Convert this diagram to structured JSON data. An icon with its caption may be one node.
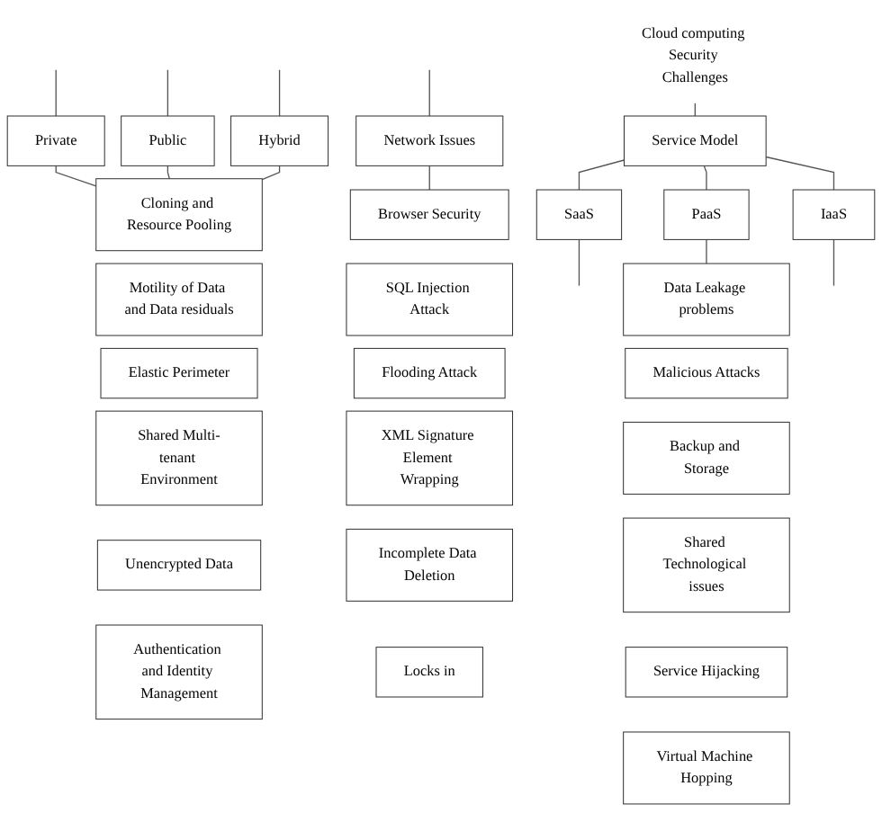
{
  "diagram": {
    "nodes": [
      {
        "text": [
          "Cloud computing Security Challenges"
        ]
      },
      {
        "text": [
          "Service Model"
        ]
      },
      {
        "text": [
          "Private"
        ]
      },
      {
        "text": [
          "Public"
        ]
      },
      {
        "text": [
          "Hybrid"
        ]
      },
      {
        "text": [
          "SaaS"
        ]
      },
      {
        "text": [
          "PaaS"
        ]
      },
      {
        "text": [
          "IaaS"
        ]
      },
      {
        "text": [
          "Network Issues"
        ]
      },
      {
        "text": [
          "Cloning and Resource Pooling"
        ]
      },
      {
        "text": [
          "Motility of Data and Data residuals"
        ]
      },
      {
        "text": [
          "Elastic Perimeter"
        ]
      },
      {
        "text": [
          "Shared Multi-tenant Environment"
        ]
      },
      {
        "text": [
          "Unencrypted Data"
        ]
      },
      {
        "text": [
          "Authentication and Identity Management"
        ]
      },
      {
        "text": [
          "Data Leakage problems"
        ]
      },
      {
        "text": [
          "Malicious Attacks"
        ]
      },
      {
        "text": [
          "Backup and Storage"
        ]
      },
      {
        "text": [
          "Shared Technological issues"
        ]
      },
      {
        "text": [
          "Service Hijacking"
        ]
      },
      {
        "text": [
          "Virtual Machine Hopping"
        ]
      },
      {
        "text": [
          "Browser Security"
        ]
      },
      {
        "text": [
          "SQL Injection Attack"
        ]
      },
      {
        "text": [
          "Flooding Attack"
        ]
      },
      {
        "text": [
          "XML Signature Element Wrapping"
        ]
      },
      {
        "text": [
          "Incomplete Data Deletion"
        ]
      },
      {
        "text": [
          "Locks in"
        ]
      }
    ],
    "edges": [
      {
        "from": 0,
        "to": 1,
        "arrow": "none"
      },
      {
        "from": null,
        "to": 3,
        "arrow": "none"
      },
      {
        "from": null,
        "to": 2,
        "arrow": "none"
      },
      {
        "from": null,
        "to": 4,
        "arrow": "none"
      },
      {
        "from": 1,
        "to": 5,
        "arrow": "none"
      },
      {
        "from": 1,
        "to": 6,
        "arrow": "none"
      },
      {
        "from": 1,
        "to": 7,
        "arrow": "none"
      },
      {
        "from": null,
        "to": 8,
        "arrow": "none"
      },
      {
        "from": 2,
        "to": 9,
        "arrow": "none"
      },
      {
        "from": 3,
        "to": 9,
        "arrow": "none"
      },
      {
        "from": 4,
        "to": 9,
        "arrow": "none"
      },
      {
        "from": 5,
        "to": null,
        "arrow": "none"
      },
      {
        "from": 6,
        "to": 15,
        "arrow": "none"
      },
      {
        "from": 7,
        "to": null,
        "arrow": "none"
      },
      {
        "from": 8,
        "to": 21,
        "arrow": "none"
      }
    ]
  }
}
